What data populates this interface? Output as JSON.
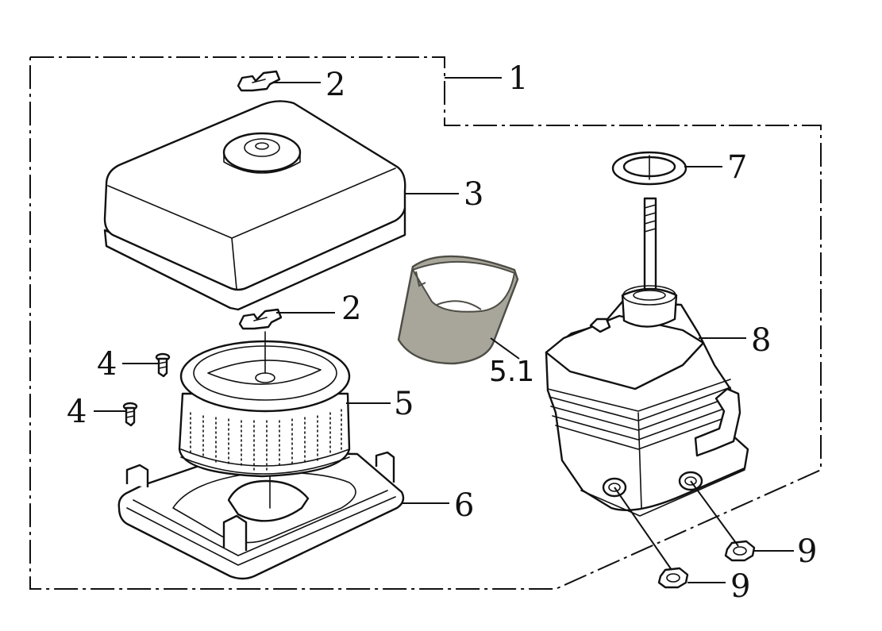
{
  "callouts": {
    "c1": "1",
    "c2a": "2",
    "c2b": "2",
    "c3": "3",
    "c4a": "4",
    "c4b": "4",
    "c5": "5",
    "c51": "5.1",
    "c6": "6",
    "c7": "7",
    "c8": "8",
    "c9a": "9",
    "c9b": "9"
  },
  "colors": {
    "line": "#111111",
    "foam": "#a8a69a",
    "background": "#ffffff"
  }
}
